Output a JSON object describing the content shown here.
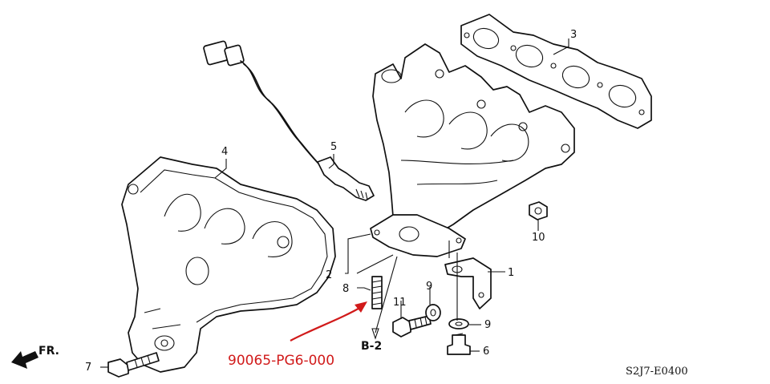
{
  "callouts": {
    "p1": "1",
    "p2": "2",
    "p3": "3",
    "p4": "4",
    "p5": "5",
    "p6": "6",
    "p7": "7",
    "p8": "8",
    "p9a": "9",
    "p9b": "9",
    "p10": "10",
    "p11": "11"
  },
  "ref_label": "B-2",
  "direction_label": "FR.",
  "diagram_code": "S2J7-E0400",
  "annotation": {
    "part_number": "90065-PG6-000",
    "color": "#d11a1a"
  }
}
